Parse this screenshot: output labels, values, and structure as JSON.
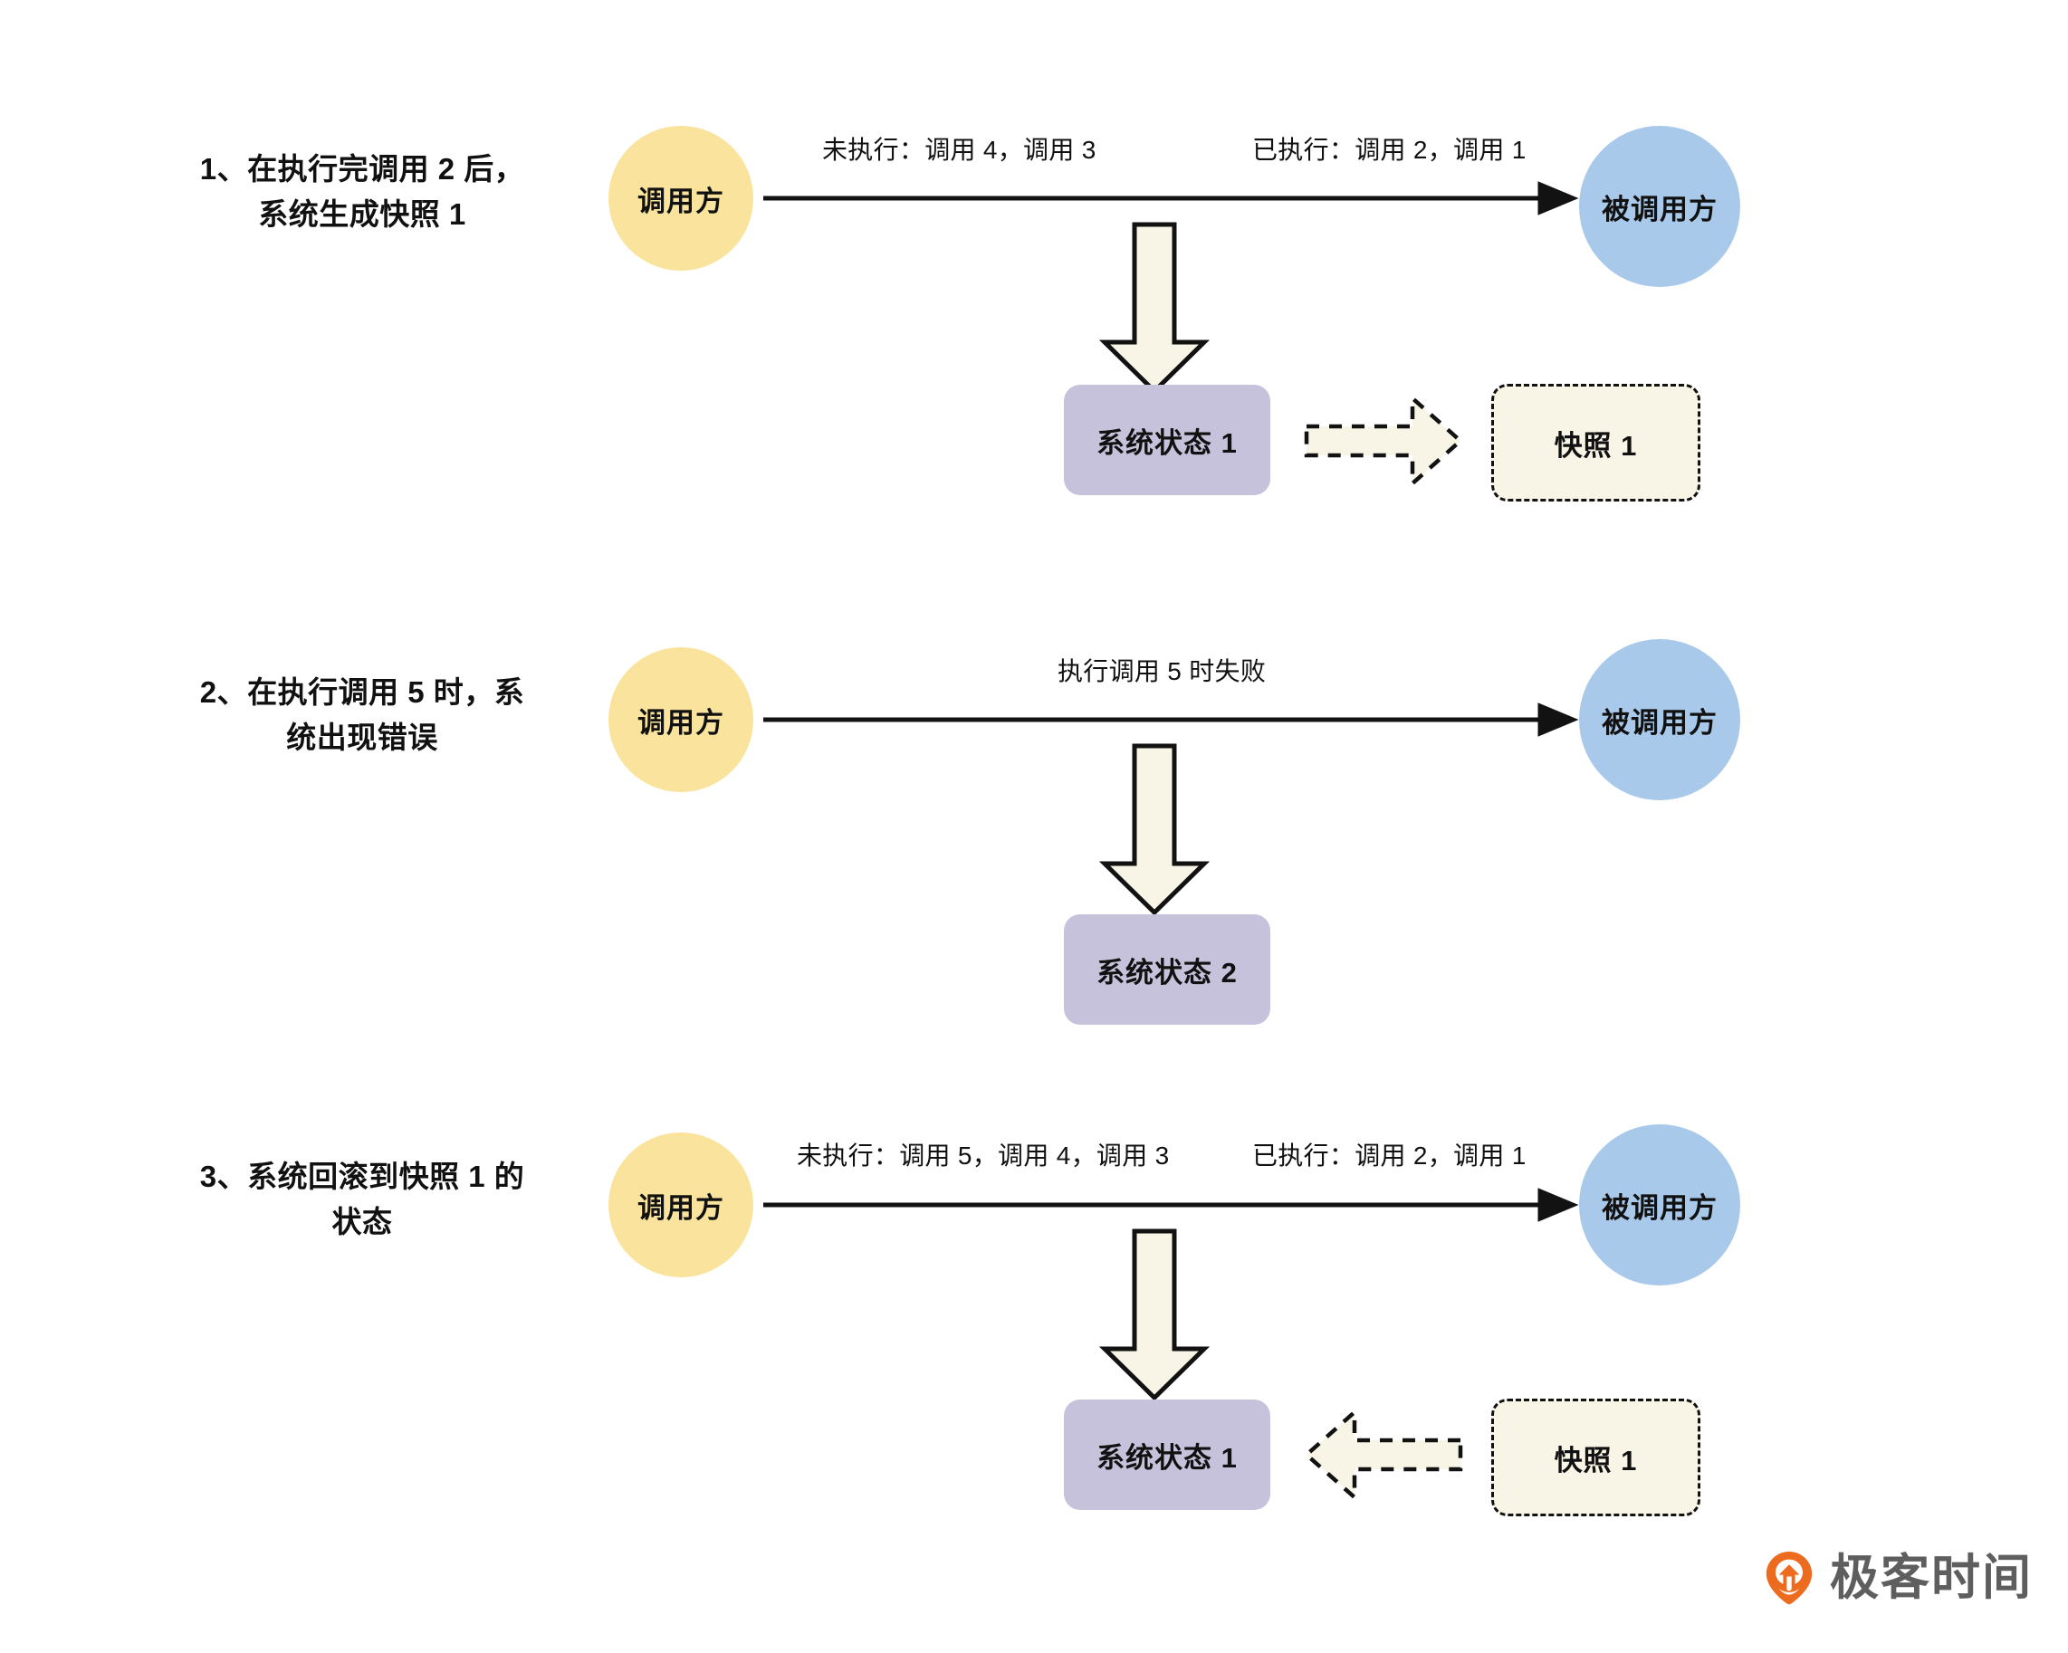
{
  "diagram": {
    "title_alt": "快照与回滚流程图",
    "colors": {
      "caller_fill": "#fae49d",
      "callee_fill": "#a9c9ea",
      "state_fill": "#c6c2dc",
      "snapshot_fill": "#f8f5e6",
      "stroke": "#121212",
      "logo_orange": "#ed6b1f",
      "logo_text": "#5e5e5e"
    },
    "steps": [
      {
        "caption": "1、在执行完调用 2 后，\n系统生成快照 1",
        "caller_label": "调用方",
        "callee_label": "被调用方",
        "edge_label_left": "未执行：调用 4，调用 3",
        "edge_label_right": "已执行：调用 2，调用 1",
        "state_label": "系统状态 1",
        "snapshot_label": "快照 1",
        "snapshot_direction": "right"
      },
      {
        "caption": "2、在执行调用 5 时，系\n统出现错误",
        "caller_label": "调用方",
        "callee_label": "被调用方",
        "edge_label_center": "执行调用 5 时失败",
        "state_label": "系统状态 2",
        "snapshot_label": null,
        "snapshot_direction": null
      },
      {
        "caption": "3、系统回滚到快照 1 的\n状态",
        "caller_label": "调用方",
        "callee_label": "被调用方",
        "edge_label_left": "未执行：调用 5，调用 4，调用 3",
        "edge_label_right": "已执行：调用 2，调用 1",
        "state_label": "系统状态 1",
        "snapshot_label": "快照 1",
        "snapshot_direction": "left"
      }
    ],
    "logo": {
      "text": "极客时间",
      "mark": "geekbang-pin-icon"
    }
  }
}
